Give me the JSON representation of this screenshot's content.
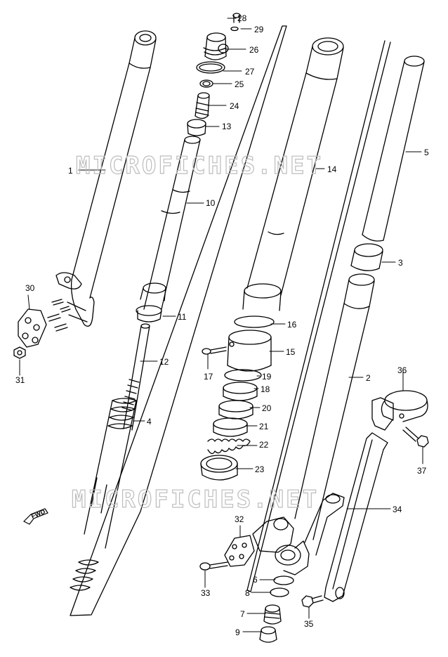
{
  "watermark": {
    "text": "MICROFICHES.NET"
  },
  "direction_badge": {
    "text": "FWD"
  },
  "part_numbers": {
    "p1": "1",
    "p2": "2",
    "p3": "3",
    "p4": "4",
    "p5": "5",
    "p6": "6",
    "p7": "7",
    "p8": "8",
    "p9": "9",
    "p10": "10",
    "p11": "11",
    "p12": "12",
    "p13": "13",
    "p14": "14",
    "p15": "15",
    "p16": "16",
    "p17": "17",
    "p18": "18",
    "p19": "19",
    "p20": "20",
    "p21": "21",
    "p22": "22",
    "p23": "23",
    "p24": "24",
    "p25": "25",
    "p26": "26",
    "p27": "27",
    "p28": "28",
    "p29": "29",
    "p30": "30",
    "p31": "31",
    "p32": "32",
    "p33": "33",
    "p34": "34",
    "p35": "35",
    "p36": "36",
    "p37": "37"
  }
}
